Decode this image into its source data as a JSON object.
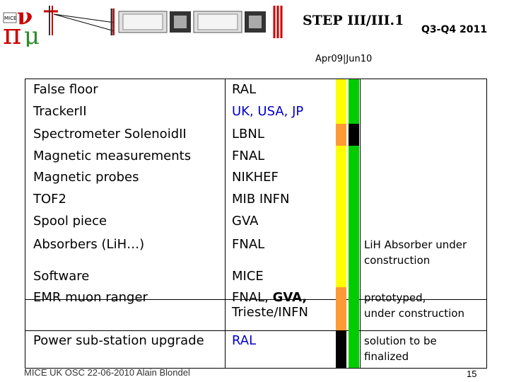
{
  "header": {
    "title": "STEP III/III.1",
    "period": "Q3-Q4 2011",
    "date_range": "Apr09|Jun10"
  },
  "logo": {
    "text": "MICE"
  },
  "colors": {
    "yellow": "#ffff00",
    "green": "#00cc00",
    "orange": "#ff9933",
    "black": "#000000",
    "blue_text": "#0000cc"
  },
  "rows": [
    {
      "item": "False floor",
      "institutes": [
        "RAL"
      ],
      "status": [
        "yellow",
        "green"
      ],
      "note": []
    },
    {
      "item": "TrackerII",
      "institutes": [
        "UK, USA, JP"
      ],
      "status": [
        "yellow",
        "green"
      ],
      "note": []
    },
    {
      "item": "Spectrometer SolenoidII",
      "institutes": [
        "LBNL"
      ],
      "status": [
        "orange",
        "black"
      ],
      "note": []
    },
    {
      "item": "Magnetic measurements",
      "institutes": [
        "FNAL"
      ],
      "status": [
        "yellow",
        "green"
      ],
      "note": []
    },
    {
      "item": "Magnetic probes",
      "institutes": [
        "NIKHEF"
      ],
      "status": [
        "yellow",
        "green"
      ],
      "note": []
    },
    {
      "item": "TOF2",
      "institutes": [
        "MIB INFN"
      ],
      "status": [
        "yellow",
        "green"
      ],
      "note": []
    },
    {
      "item": "Spool piece",
      "institutes": [
        "GVA"
      ],
      "status": [
        "yellow",
        "green"
      ],
      "note": []
    },
    {
      "item": "Absorbers (LiH…)",
      "institutes": [
        "FNAL"
      ],
      "status": [
        "yellow",
        "green"
      ],
      "note": [
        "LiH Absorber under",
        "construction"
      ]
    },
    {
      "item": "Software",
      "institutes": [
        "MICE"
      ],
      "status": [
        "yellow",
        "green"
      ],
      "note": []
    },
    {
      "item": "EMR muon ranger",
      "institutes": [
        "FNAL, GVA,",
        "Trieste/INFN"
      ],
      "status": [
        "orange",
        "green"
      ],
      "note": [
        "prototyped,",
        "under construction"
      ]
    },
    {
      "item": "Power sub-station upgrade",
      "institutes": [
        "RAL"
      ],
      "status": [
        "black",
        "green"
      ],
      "note": [
        "solution to be",
        "finalized"
      ]
    }
  ],
  "footer": {
    "text": "MICE UK OSC 22-06-2010 Alain Blondel",
    "page": "15"
  }
}
